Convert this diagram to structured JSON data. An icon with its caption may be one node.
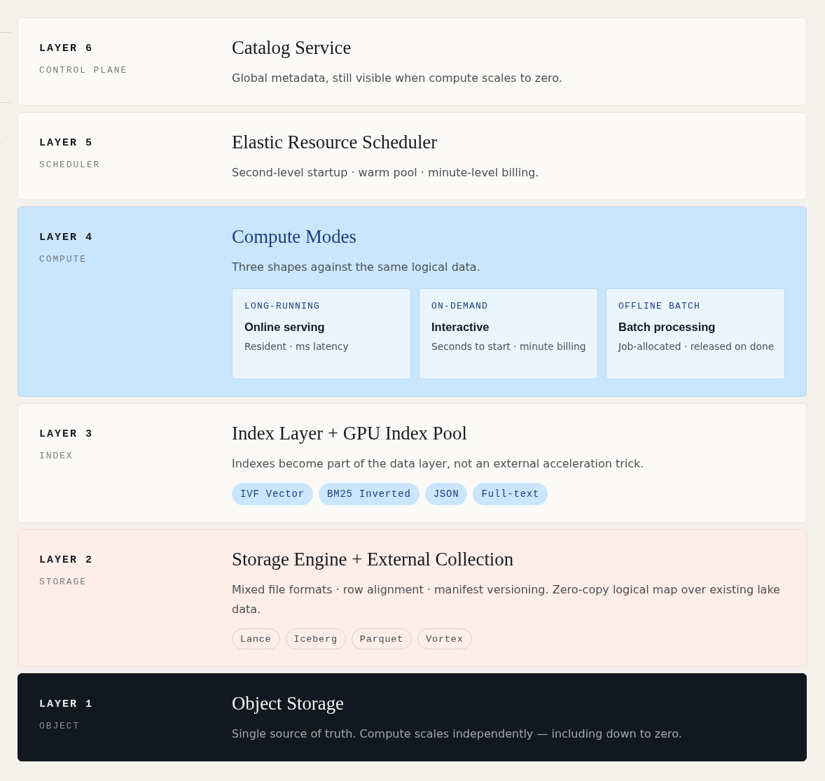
{
  "diagram": {
    "nodes": [
      {
        "text": [
          "LAYER 6",
          "CONTROL PLANE",
          "Catalog Service",
          "Global metadata, still visible when compute scales to zero."
        ]
      },
      {
        "text": [
          "LAYER 5",
          "SCHEDULER",
          "Elastic Resource Scheduler",
          "Second-level startup · warm pool · minute-level billing."
        ]
      },
      {
        "text": [
          "LAYER 4",
          "COMPUTE",
          "Compute Modes",
          "Three shapes against the same logical data."
        ]
      },
      {
        "text": [
          "LONG-RUNNING",
          "Online serving",
          "Resident · ms latency"
        ],
        "in": 2
      },
      {
        "text": [
          "ON-DEMAND",
          "Interactive",
          "Seconds to start · minute billing"
        ],
        "in": 2
      },
      {
        "text": [
          "OFFLINE BATCH",
          "Batch processing",
          "Job-allocated · released on done"
        ],
        "in": 2
      },
      {
        "text": [
          "LAYER 3",
          "INDEX",
          "Index Layer + GPU Index Pool",
          "Indexes become part of the data layer, not an external acceleration trick."
        ]
      },
      {
        "text": [
          "IVF Vector"
        ],
        "in": 6
      },
      {
        "text": [
          "BM25 Inverted"
        ],
        "in": 6
      },
      {
        "text": [
          "JSON"
        ],
        "in": 6
      },
      {
        "text": [
          "Full-text"
        ],
        "in": 6
      },
      {
        "text": [
          "LAYER 2",
          "STORAGE",
          "Storage Engine + External Collection",
          "Mixed file formats · row alignment · manifest versioning. Zero-copy logical map over existing lake data."
        ]
      },
      {
        "text": [
          "Lance"
        ],
        "in": 11
      },
      {
        "text": [
          "Iceberg"
        ],
        "in": 11
      },
      {
        "text": [
          "Parquet"
        ],
        "in": 11
      },
      {
        "text": [
          "Vortex"
        ],
        "in": 11
      },
      {
        "text": [
          "LAYER 1",
          "OBJECT",
          "Object Storage",
          "Single source of truth. Compute scales independently — including down to zero."
        ]
      }
    ]
  }
}
